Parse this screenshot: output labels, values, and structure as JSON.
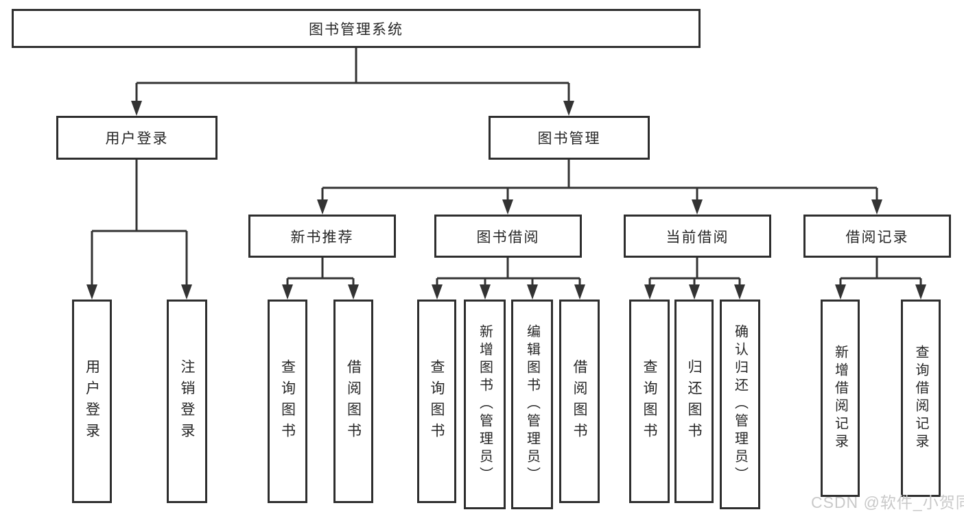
{
  "diagram_title": "图书管理系统",
  "tree": {
    "root": {
      "label": "图书管理系统",
      "children": [
        {
          "label": "用户登录",
          "children": [
            {
              "label": "用户登录"
            },
            {
              "label": "注销登录"
            }
          ]
        },
        {
          "label": "图书管理",
          "children": [
            {
              "label": "新书推荐",
              "children": [
                {
                  "label": "查询图书"
                },
                {
                  "label": "借阅图书"
                }
              ]
            },
            {
              "label": "图书借阅",
              "children": [
                {
                  "label": "查询图书"
                },
                {
                  "label": "新增图书（管理员）"
                },
                {
                  "label": "编辑图书（管理员）"
                },
                {
                  "label": "借阅图书"
                }
              ]
            },
            {
              "label": "当前借阅",
              "children": [
                {
                  "label": "查询图书"
                },
                {
                  "label": "归还图书"
                },
                {
                  "label": "确认归还（管理员）"
                }
              ]
            },
            {
              "label": "借阅记录",
              "children": [
                {
                  "label": "新增借阅记录"
                },
                {
                  "label": "查询借阅记录"
                }
              ]
            }
          ]
        }
      ]
    }
  },
  "watermark": "CSDN @软件_小贺同学",
  "colors": {
    "line": "#333333",
    "box_border": "#2e2e2e",
    "text": "#262626",
    "watermark": "#c9c9c9",
    "background": "#ffffff"
  }
}
